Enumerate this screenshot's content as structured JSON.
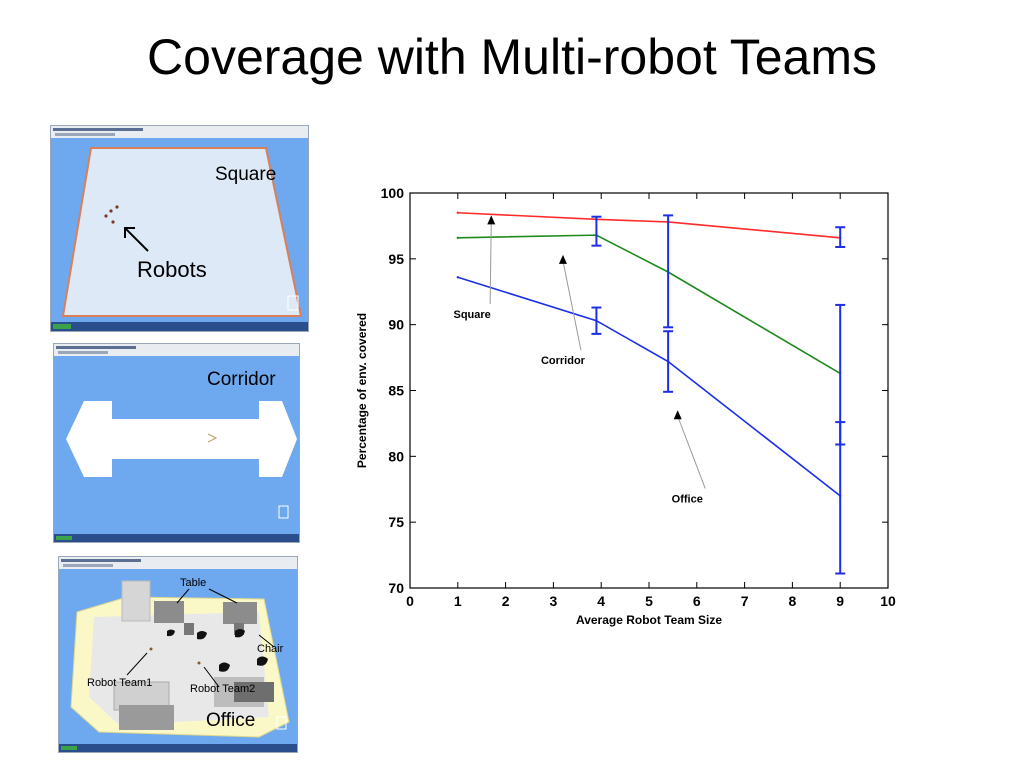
{
  "slide": {
    "title": "Coverage with Multi-robot Teams"
  },
  "thumbnails": {
    "square": {
      "label": "Square",
      "annotation": "Robots"
    },
    "corridor": {
      "label": "Corridor"
    },
    "office": {
      "label": "Office",
      "annotations": [
        "Table",
        "Chair",
        "Robot Team1",
        "Robot Team2"
      ]
    }
  },
  "colors": {
    "square_series": "#ff2a2a",
    "corridor_series": "#1e8a1e",
    "office_series": "#1c2fe6",
    "error_bars": "#1c2fe6",
    "screen_blue": "#6ea9f0"
  },
  "chart_data": {
    "type": "line",
    "xlabel": "Average Robot Team Size",
    "ylabel": "Percentage of env. covered",
    "xlim": [
      0,
      10
    ],
    "ylim": [
      70,
      100
    ],
    "x_ticks": [
      0,
      1,
      2,
      3,
      4,
      5,
      6,
      7,
      8,
      9,
      10
    ],
    "y_ticks": [
      70,
      75,
      80,
      85,
      90,
      95,
      100
    ],
    "grid": false,
    "series": [
      {
        "name": "Square",
        "x": [
          1,
          3.9,
          5.4,
          9
        ],
        "y": [
          98.5,
          98.0,
          97.8,
          96.6
        ]
      },
      {
        "name": "Corridor",
        "x": [
          1,
          3.9,
          5.4,
          9
        ],
        "y": [
          96.6,
          96.8,
          94.0,
          86.3
        ]
      },
      {
        "name": "Office",
        "x": [
          1,
          3.9,
          5.4,
          9
        ],
        "y": [
          93.6,
          90.3,
          87.2,
          77.0
        ]
      }
    ],
    "error_bars": [
      {
        "x": 3.9,
        "low": 96.0,
        "high": 98.2
      },
      {
        "x": 5.4,
        "low": 89.8,
        "high": 98.3
      },
      {
        "x": 9,
        "low": 95.9,
        "high": 97.4
      },
      {
        "x": 3.9,
        "low": 89.3,
        "high": 91.3
      },
      {
        "x": 5.4,
        "low": 84.9,
        "high": 89.5
      },
      {
        "x": 9,
        "low": 80.9,
        "high": 91.5
      },
      {
        "x": 9,
        "low": 71.1,
        "high": 82.6
      }
    ],
    "annotations": [
      {
        "text": "Square",
        "label_at": [
          1.3,
          90.5
        ],
        "arrow_to": [
          1.7,
          98.3
        ]
      },
      {
        "text": "Corridor",
        "label_at": [
          3.2,
          87.0
        ],
        "arrow_to": [
          3.2,
          95.3
        ]
      },
      {
        "text": "Office",
        "label_at": [
          5.8,
          76.5
        ],
        "arrow_to": [
          5.6,
          83.5
        ]
      }
    ]
  }
}
